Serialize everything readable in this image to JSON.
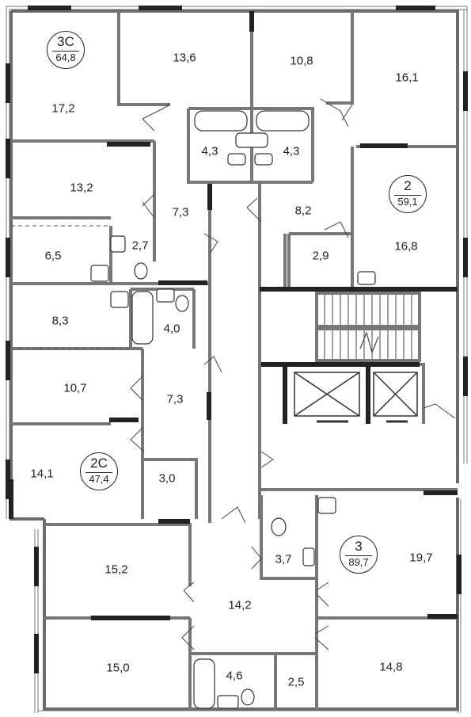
{
  "plan": {
    "apartments": [
      {
        "id": "3c",
        "code": "3С",
        "area": "64,8"
      },
      {
        "id": "2",
        "code": "2",
        "area": "59,1"
      },
      {
        "id": "2c",
        "code": "2С",
        "area": "47,4"
      },
      {
        "id": "3",
        "code": "3",
        "area": "89,7"
      }
    ],
    "rooms": [
      {
        "id": "r1",
        "area": "13,6"
      },
      {
        "id": "r2",
        "area": "10,8"
      },
      {
        "id": "r3",
        "area": "16,1"
      },
      {
        "id": "r4",
        "area": "17,2"
      },
      {
        "id": "r5",
        "area": "4,3"
      },
      {
        "id": "r6",
        "area": "4,3"
      },
      {
        "id": "r7",
        "area": "13,2"
      },
      {
        "id": "r8",
        "area": "7,3"
      },
      {
        "id": "r9",
        "area": "8,2"
      },
      {
        "id": "r10",
        "area": "6,5"
      },
      {
        "id": "r11",
        "area": "2,7"
      },
      {
        "id": "r12",
        "area": "2,9"
      },
      {
        "id": "r13",
        "area": "16,8"
      },
      {
        "id": "r14",
        "area": "8,3"
      },
      {
        "id": "r15",
        "area": "4,0"
      },
      {
        "id": "r16",
        "area": "10,7"
      },
      {
        "id": "r17",
        "area": "7,3"
      },
      {
        "id": "r18",
        "area": "14,1"
      },
      {
        "id": "r19",
        "area": "3,0"
      },
      {
        "id": "r20",
        "area": "15,2"
      },
      {
        "id": "r21",
        "area": "3,7"
      },
      {
        "id": "r22",
        "area": "19,7"
      },
      {
        "id": "r23",
        "area": "14,2"
      },
      {
        "id": "r24",
        "area": "15,0"
      },
      {
        "id": "r25",
        "area": "4,6"
      },
      {
        "id": "r26",
        "area": "2,5"
      },
      {
        "id": "r27",
        "area": "14,8"
      }
    ]
  }
}
